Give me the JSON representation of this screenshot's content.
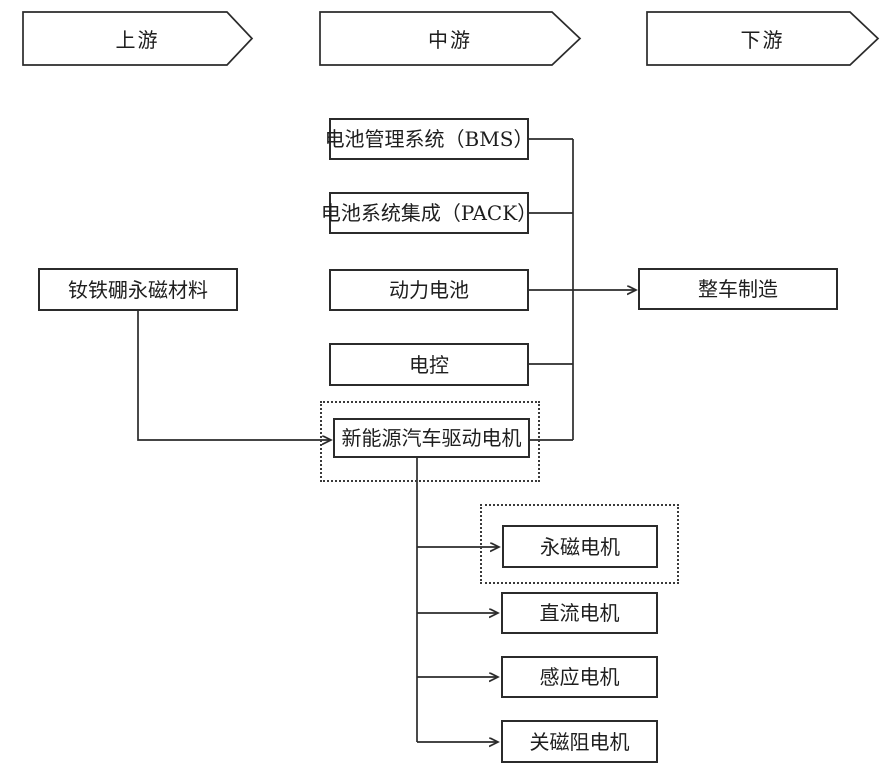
{
  "colors": {
    "background": "#ffffff",
    "line": "#2b2b2b",
    "text": "#1e1e1e"
  },
  "banners": [
    {
      "id": "upstream",
      "label": "上游"
    },
    {
      "id": "midstream",
      "label": "中游"
    },
    {
      "id": "downstream",
      "label": "下游"
    }
  ],
  "nodes": {
    "ndfeb": {
      "label": "钕铁硼永磁材料",
      "column": "upstream"
    },
    "bms": {
      "label": "电池管理系统（BMS）",
      "column": "midstream"
    },
    "pack": {
      "label": "电池系统集成（PACK）",
      "column": "midstream"
    },
    "power_battery": {
      "label": "动力电池",
      "column": "midstream"
    },
    "electronic_control": {
      "label": "电控",
      "column": "midstream"
    },
    "drive_motor": {
      "label": "新能源汽车驱动电机",
      "column": "midstream",
      "outline": "dotted"
    },
    "vehicle": {
      "label": "整车制造",
      "column": "downstream"
    },
    "pm_motor": {
      "label": "永磁电机",
      "column": "midstream",
      "outline": "dotted"
    },
    "dc_motor": {
      "label": "直流电机",
      "column": "midstream"
    },
    "induction_motor": {
      "label": "感应电机",
      "column": "midstream"
    },
    "sr_motor": {
      "label": "关磁阻电机",
      "column": "midstream"
    }
  },
  "edges": [
    {
      "from": "ndfeb",
      "to": "drive_motor",
      "arrow": true
    },
    {
      "from": "bms",
      "to": "vehicle",
      "arrow": true,
      "via": "collector"
    },
    {
      "from": "pack",
      "to": "vehicle",
      "arrow": true,
      "via": "collector"
    },
    {
      "from": "power_battery",
      "to": "vehicle",
      "arrow": true,
      "via": "collector"
    },
    {
      "from": "electronic_control",
      "to": "vehicle",
      "arrow": true,
      "via": "collector"
    },
    {
      "from": "drive_motor",
      "to": "vehicle",
      "arrow": true,
      "via": "collector"
    },
    {
      "from": "drive_motor",
      "to": "pm_motor",
      "arrow": true
    },
    {
      "from": "drive_motor",
      "to": "dc_motor",
      "arrow": true
    },
    {
      "from": "drive_motor",
      "to": "induction_motor",
      "arrow": true
    },
    {
      "from": "drive_motor",
      "to": "sr_motor",
      "arrow": true
    }
  ]
}
